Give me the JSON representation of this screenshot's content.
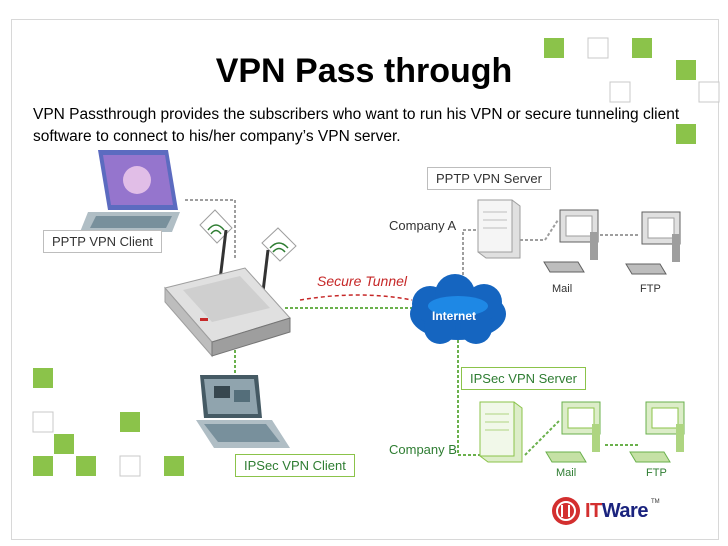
{
  "title": "VPN Pass through",
  "description": "VPN Passthrough provides the subscribers who want to run his VPN or secure tunneling client software to connect to his/her company’s VPN server.",
  "labels": {
    "pptp_server": "PPTP VPN Server",
    "company_a": "Company A",
    "pptp_client": "PPTP VPN Client",
    "secure_tunnel": "Secure Tunnel",
    "internet": "Internet",
    "mail_a": "Mail",
    "ftp_a": "FTP",
    "ipsec_server": "IPSec VPN Server",
    "company_b": "Company B",
    "ipsec_client": "IPSec VPN Client",
    "mail_b": "Mail",
    "ftp_b": "FTP"
  },
  "logo": {
    "brand_it": "IT",
    "brand_ware": "Ware",
    "tm": "TM"
  },
  "colors": {
    "green_line": "#6ab04c",
    "gray_line": "#9e9e9e",
    "tunnel_red": "#c62828",
    "square_green": "#8bc34a",
    "cloud_blue": "#1565c0"
  }
}
